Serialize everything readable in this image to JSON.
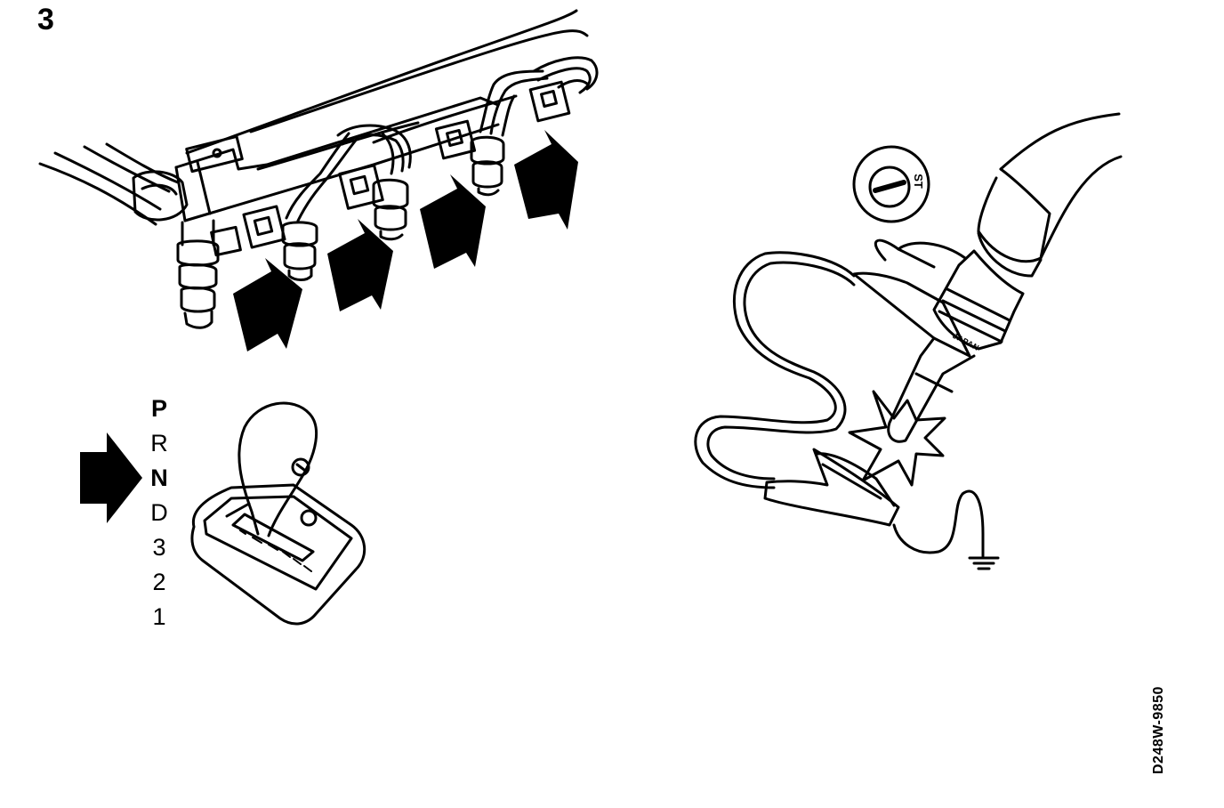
{
  "figure": {
    "step_number": "3",
    "shift_positions": [
      "P",
      "R",
      "N",
      "D",
      "3",
      "2",
      "1"
    ],
    "selected_position": "N",
    "ignition_symbol_text": "ST",
    "plug_marking": "JAPAN",
    "figure_code": "D248W-9850"
  },
  "icons": {
    "injector_arrows": "arrow-icon",
    "gear_arrow": "arrow-icon",
    "spark": "spark-icon",
    "ground": "ground-icon"
  }
}
